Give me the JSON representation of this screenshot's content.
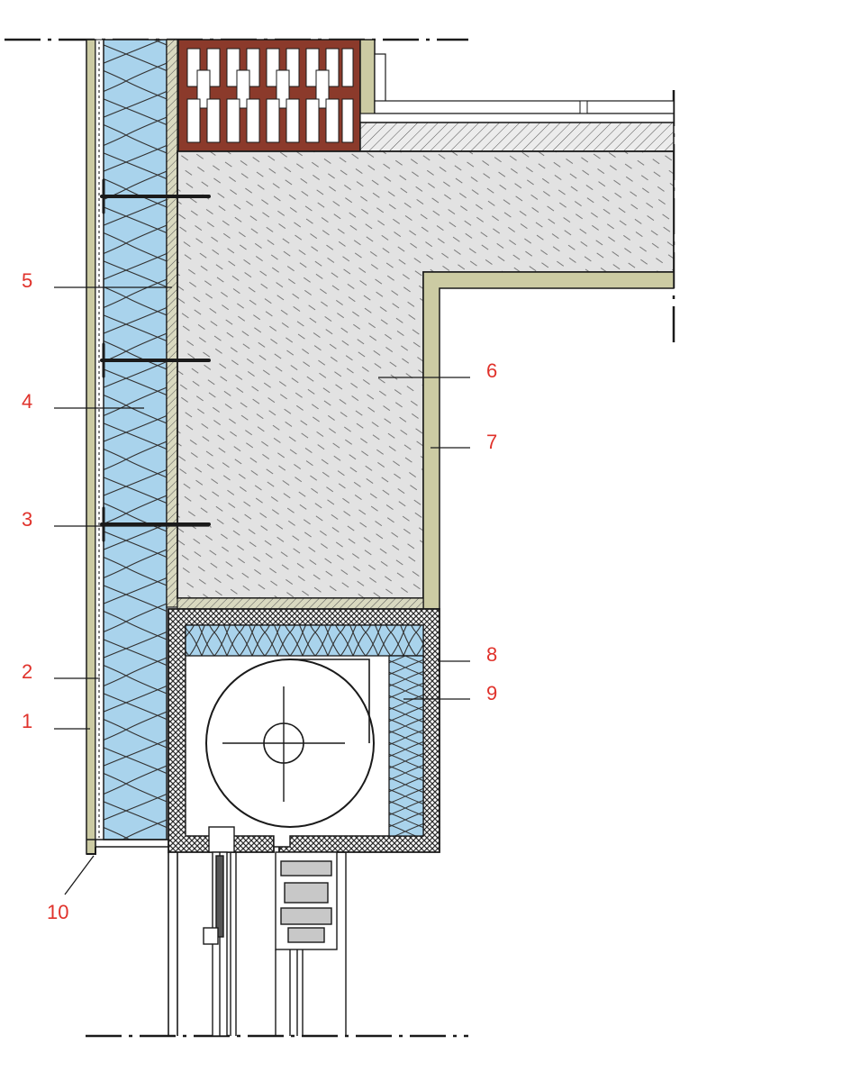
{
  "colors": {
    "label": "#e0322b",
    "insulation": "#a9d3ec",
    "concrete": "#e2e2e2",
    "plaster": "#cccba3",
    "brick": "#8b3a2b",
    "box_hatch": "#3a3a3a",
    "line": "#1a1a1a"
  },
  "callouts": [
    {
      "id": "1",
      "text": "1"
    },
    {
      "id": "2",
      "text": "2"
    },
    {
      "id": "3",
      "text": "3"
    },
    {
      "id": "4",
      "text": "4"
    },
    {
      "id": "5",
      "text": "5"
    },
    {
      "id": "6",
      "text": "6"
    },
    {
      "id": "7",
      "text": "7"
    },
    {
      "id": "8",
      "text": "8"
    },
    {
      "id": "9",
      "text": "9"
    },
    {
      "id": "10",
      "text": "10"
    }
  ]
}
